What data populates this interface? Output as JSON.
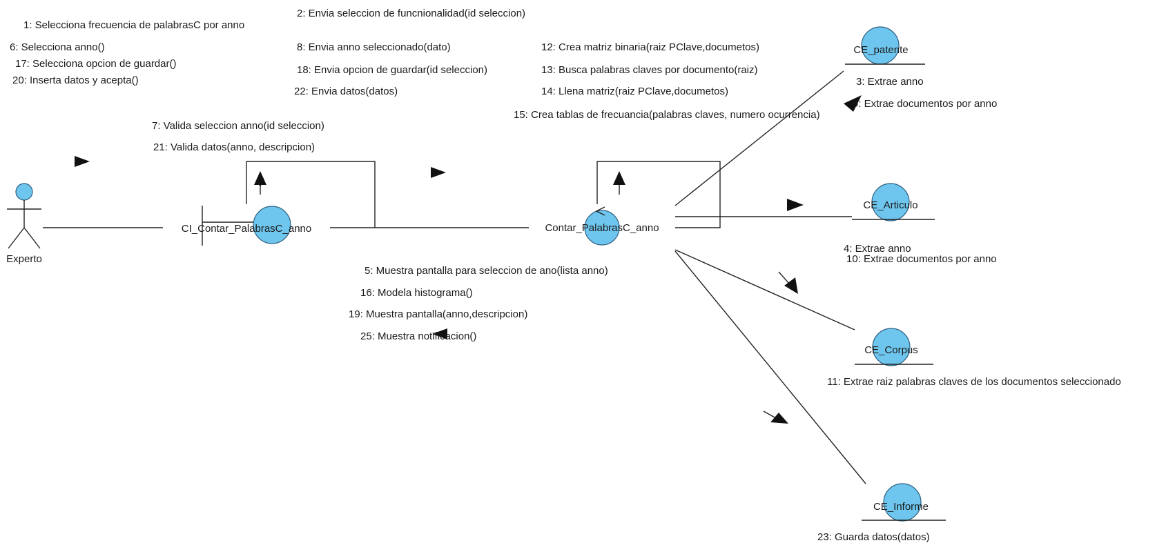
{
  "colors": {
    "object_fill": "#6ec6ee",
    "object_stroke": "#2f5f7f",
    "line": "#222222"
  },
  "nodes": {
    "actor": "Experto",
    "ci": "CI_Contar_PalabrasC_anno",
    "control": "Contar_PalabrasC_anno",
    "patente": "CE_patente",
    "articulo": "CE_Articulo",
    "corpus": "CE_Corpus",
    "informe": "CE_Informe"
  },
  "messages": {
    "actor_to_ci": [
      "1: Selecciona frecuencia de palabrasC por anno",
      "6: Selecciona anno()",
      "17: Selecciona opcion de guardar()",
      "20: Inserta datos y acepta()"
    ],
    "ci_to_control": [
      "2: Envia seleccion de funcnionalidad(id seleccion)",
      "8: Envia anno seleccionado(dato)",
      "18: Envia opcion de guardar(id seleccion)",
      "22: Envia datos(datos)"
    ],
    "ci_self": [
      "7: Valida seleccion anno(id seleccion)",
      "21: Valida datos(anno, descripcion)"
    ],
    "control_self": [
      "12: Crea matriz binaria(raiz PClave,documetos)",
      "13: Busca palabras claves por documento(raiz)",
      "14: Llena matriz(raiz PClave,documetos)",
      "15: Crea tablas de frecuancia(palabras claves, numero ocurrencia)"
    ],
    "control_to_ci": [
      "5: Muestra pantalla para seleccion de ano(lista anno)",
      "16: Modela histograma()",
      "19: Muestra pantalla(anno,descripcion)",
      "25: Muestra notificacion()"
    ],
    "to_patente": [
      "3: Extrae anno",
      "9: Extrae documentos por anno"
    ],
    "to_articulo": [
      "4: Extrae anno",
      "10: Extrae documentos por anno"
    ],
    "to_corpus": [
      "11: Extrae raiz palabras claves de los documentos seleccionado"
    ],
    "to_informe": [
      "23: Guarda datos(datos)"
    ]
  }
}
